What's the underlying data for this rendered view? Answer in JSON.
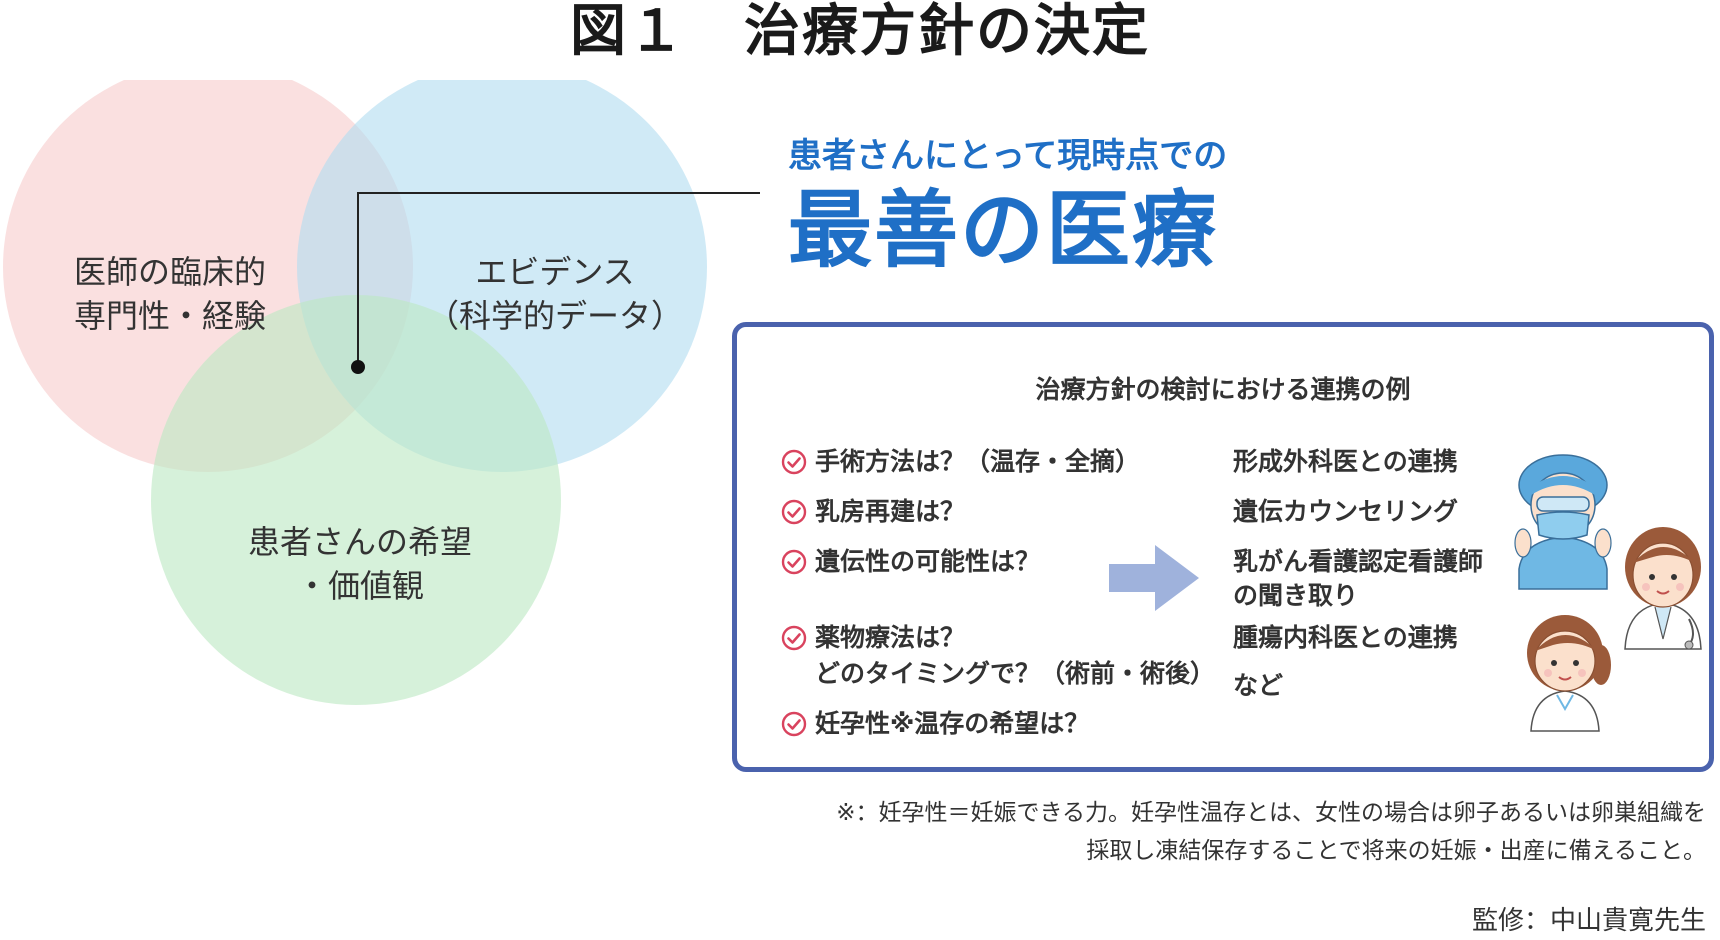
{
  "title": "図１　治療方針の決定",
  "venn": {
    "left_circle": "医師の臨床的\n専門性・経験",
    "left_line1": "医師の臨床的",
    "left_line2": "専門性・経験",
    "right_line1": "エビデンス",
    "right_line2": "（科学的データ）",
    "bottom_line1": "患者さんの希望",
    "bottom_line2": "・価値観",
    "colors": {
      "left": "#f5c6c6",
      "right": "#b3ddf0",
      "bottom": "#bde8c4"
    }
  },
  "headline": {
    "small": "患者さんにとって現時点での",
    "large": "最善の医療",
    "color": "#1f6fc6"
  },
  "panel": {
    "title": "治療方針の検討における連携の例",
    "border_color": "#4a62ad",
    "questions": [
      {
        "text": "手術方法は？（温存・全摘）"
      },
      {
        "text": "乳房再建は？"
      },
      {
        "text": "遺伝性の可能性は？"
      },
      {
        "text": "薬物療法は？",
        "text2": "どのタイミングで？（術前・術後）"
      },
      {
        "text": "妊孕性※温存の希望は？"
      }
    ],
    "answers": [
      {
        "text": "形成外科医との連携"
      },
      {
        "text": "遺伝カウンセリング"
      },
      {
        "text": "乳がん看護認定看護師",
        "text2": "の聞き取り"
      },
      {
        "text": "腫瘍内科医との連携"
      },
      {
        "text": "など"
      }
    ],
    "check_color": "#d9435e",
    "arrow_color": "#9fb2dc"
  },
  "footnote": {
    "line1": "※：妊孕性＝妊娠できる力。妊孕性温存とは、女性の場合は卵子あるいは卵巣組織を",
    "line2": "採取し凍結保存することで将来の妊娠・出産に備えること。"
  },
  "supervisor": "監修：中山貴寛先生"
}
